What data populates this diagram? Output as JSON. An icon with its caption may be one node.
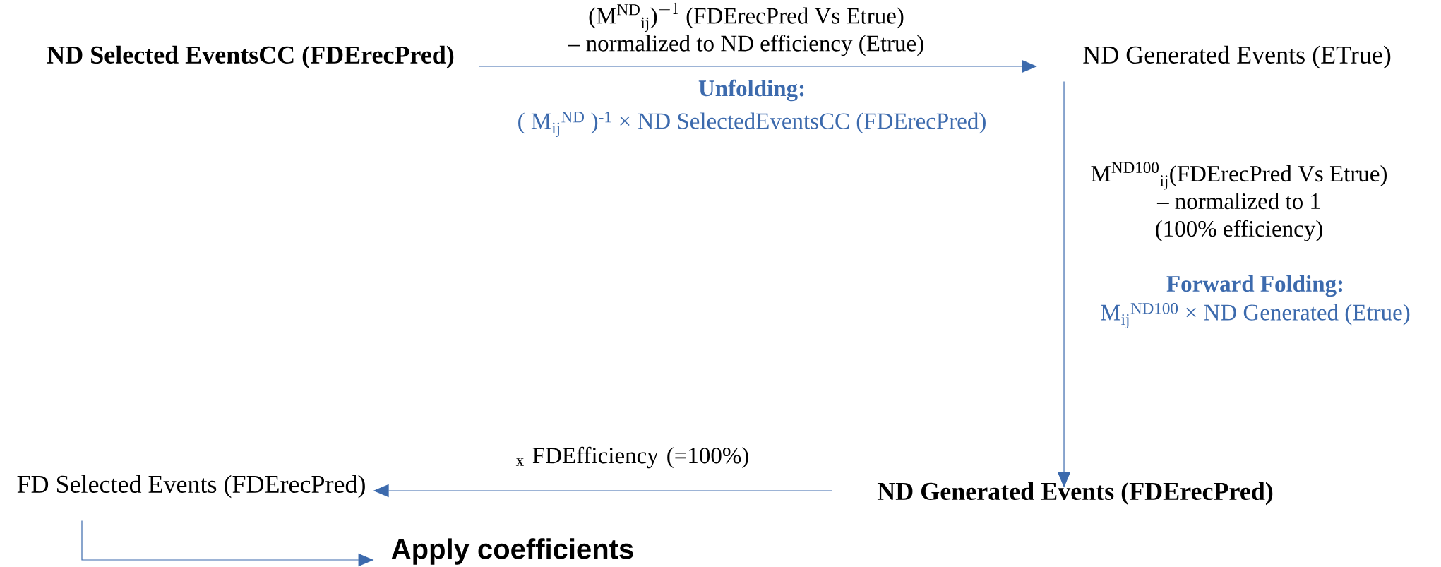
{
  "diagram": {
    "nodes": [
      {
        "text": [
          "ND Selected EventsCC (FDErecPred)"
        ]
      },
      {
        "text": [
          "ND Generated Events (ETrue)"
        ]
      },
      {
        "text": [
          "ND Generated Events (FDErecPred)"
        ]
      },
      {
        "text": [
          "FD Selected Events (FDErecPred)"
        ]
      },
      {
        "text": [
          "Apply coefficients"
        ]
      }
    ],
    "edges": [
      {
        "from": 0,
        "to": 1,
        "arrow": "to",
        "label": "\\begin{array}{c}\\text{(}{\\text{M}^{\\text{ND}}}_{\\text{ij}}\\text{)}^{-1}\\text{ (FDErecPred Vs Etrue)}\\\\ \\text{– normalized to ND efficiency (Etrue)}\\end{array}"
      },
      {
        "from": 1,
        "to": 2,
        "arrow": "to",
        "label": "\\begin{array}{c}{\\text{M}^{\\text{ND100}}}_{\\text{ij}}\\text{(FDErecPred Vs Etrue)}\\\\ \\text{– normalized to 1}\\\\ \\text{(100\\% efficiency)}\\end{array}"
      },
      {
        "from": 2,
        "to": 3,
        "arrow": "to",
        "label": "$_{x}$ FDEfficiency (=100%)"
      },
      {
        "from": 3,
        "to": 4,
        "arrow": "to"
      }
    ],
    "labels": [
      "Unfolding:",
      "( M$_{ij}$$^{ND}$ )$^{-1}$ × ND SelectedEventsCC (FDErecPred)",
      "Forward Folding:",
      "M$_{ij}$$^{ND100}$ × ND Generated (Etrue)"
    ]
  }
}
